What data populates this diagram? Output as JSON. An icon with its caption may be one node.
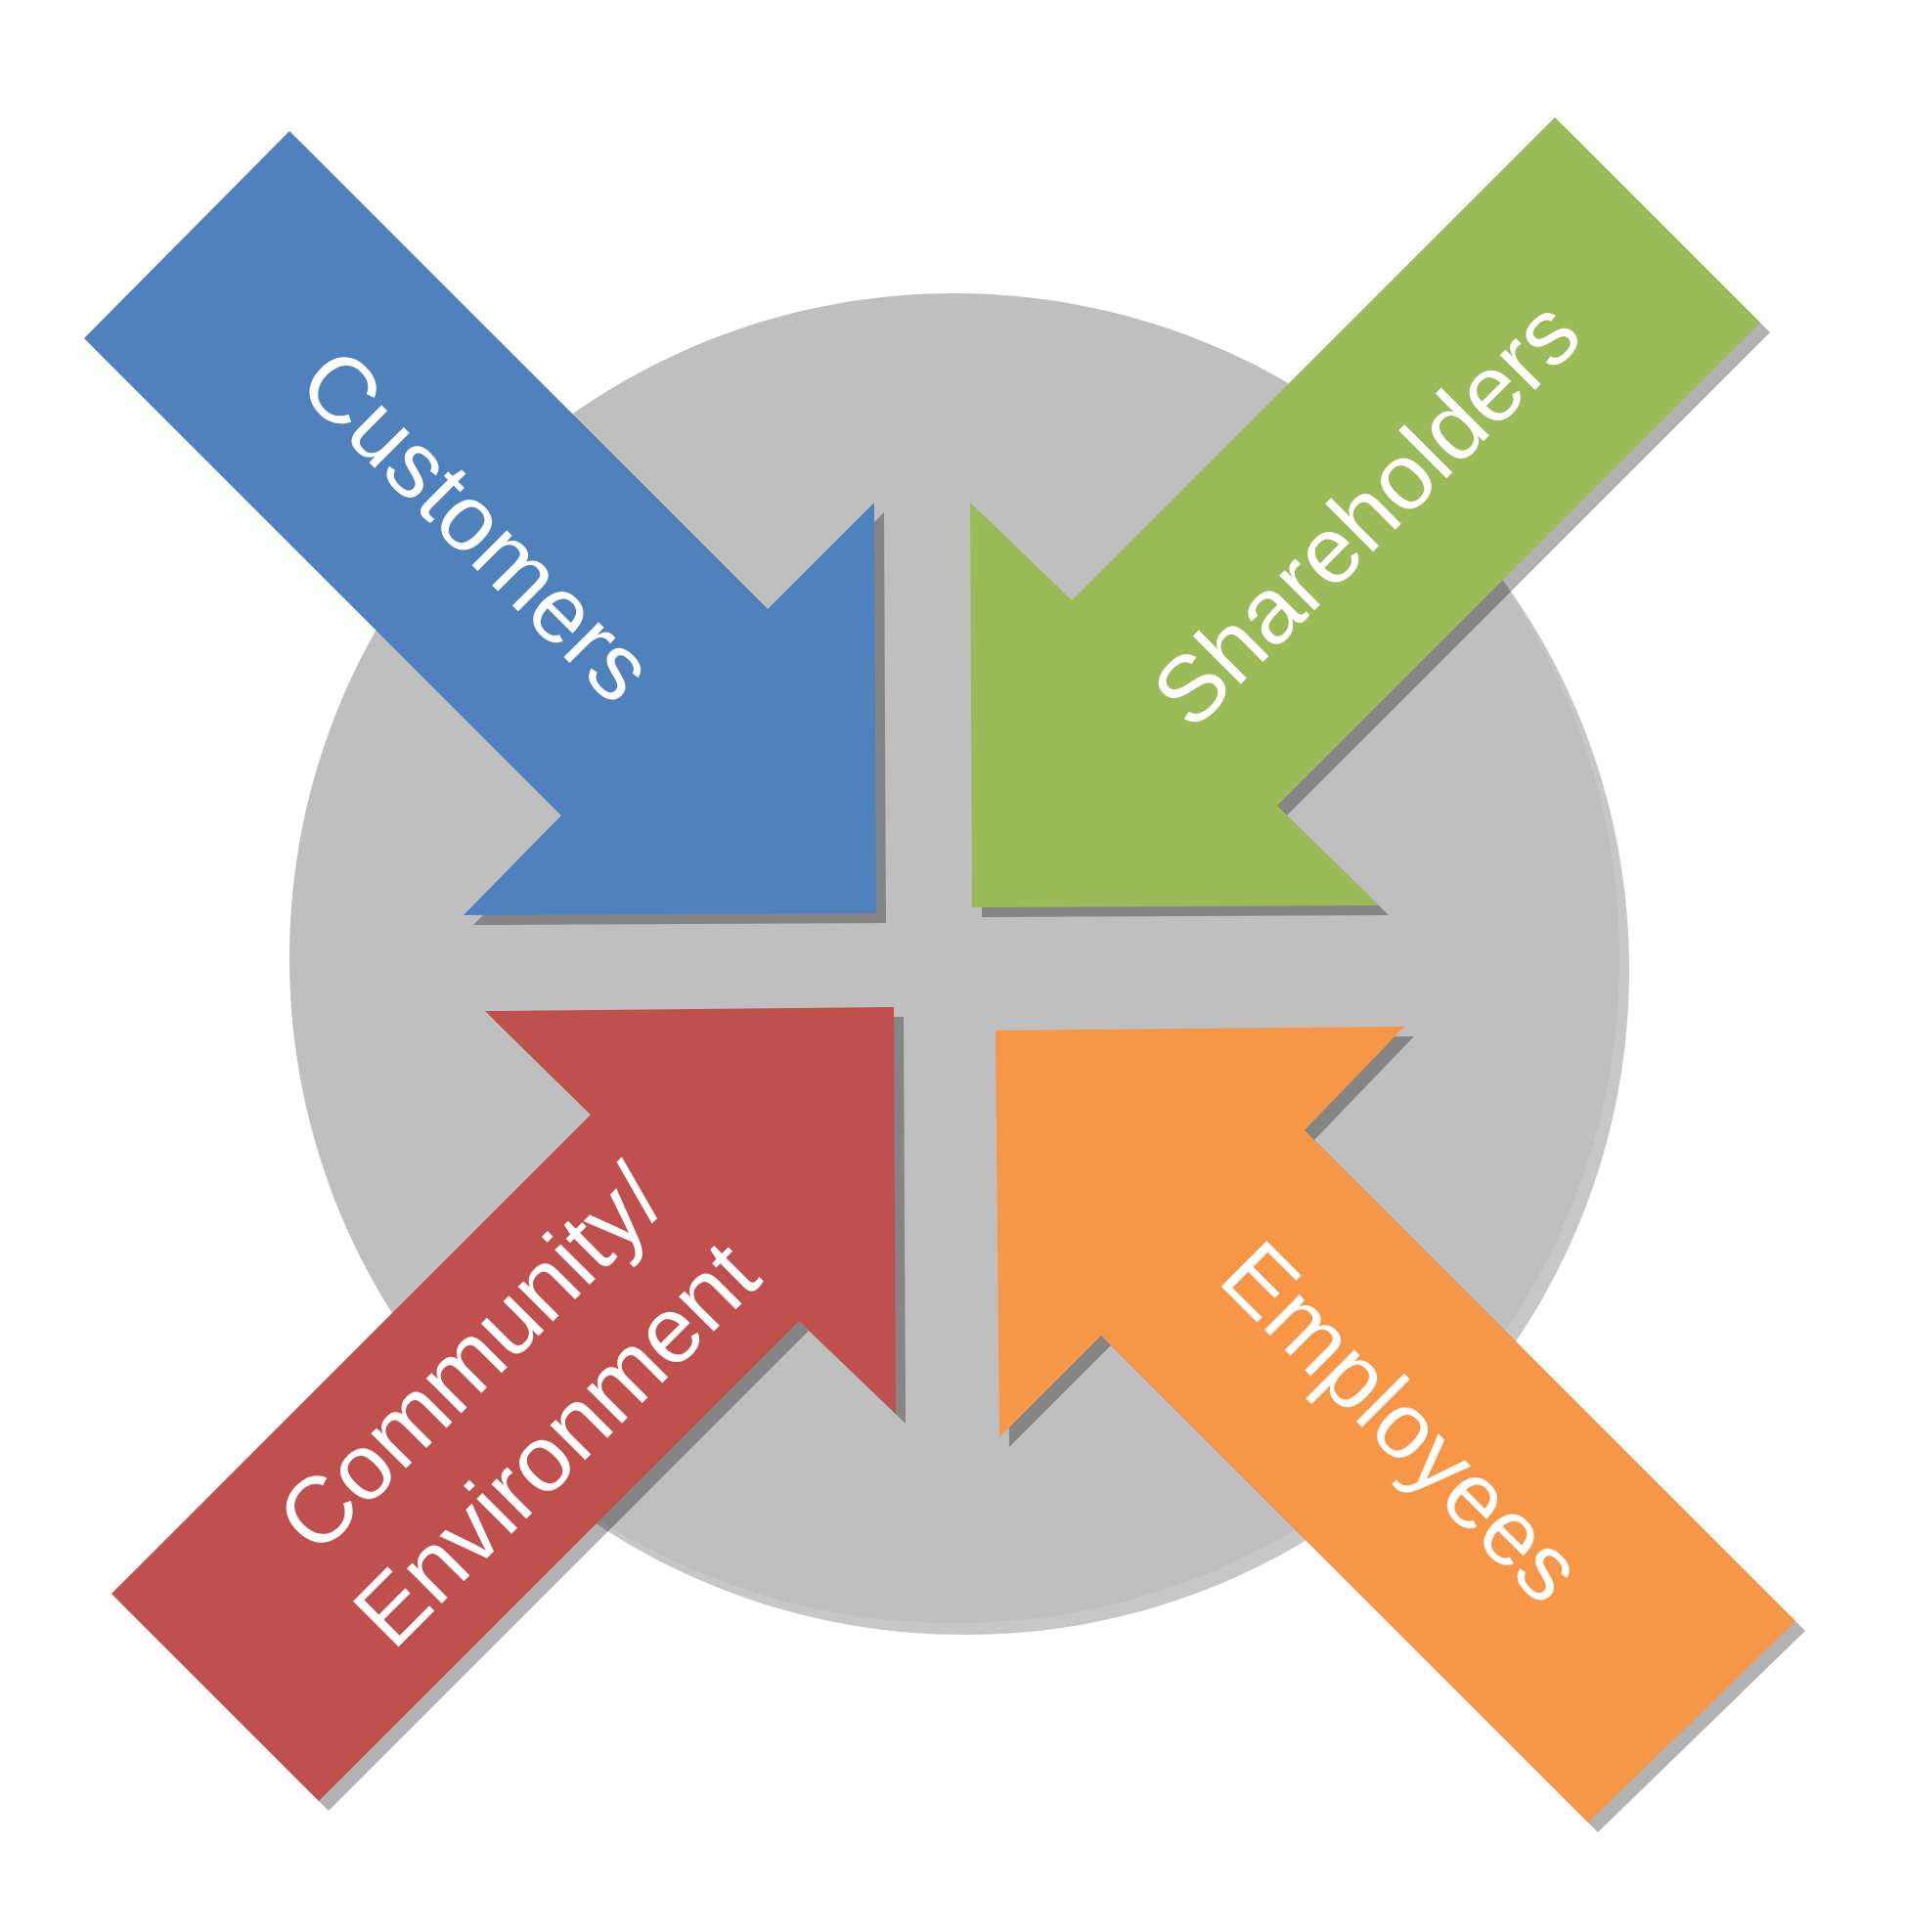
{
  "diagram": {
    "nodes": [
      {
        "text": [],
        "shape": "circle"
      },
      {
        "text": [
          "Customers"
        ]
      },
      {
        "text": [
          "Shareholders"
        ]
      },
      {
        "text": [
          "Community/ Environment"
        ]
      },
      {
        "text": [
          "Employees"
        ]
      }
    ]
  }
}
